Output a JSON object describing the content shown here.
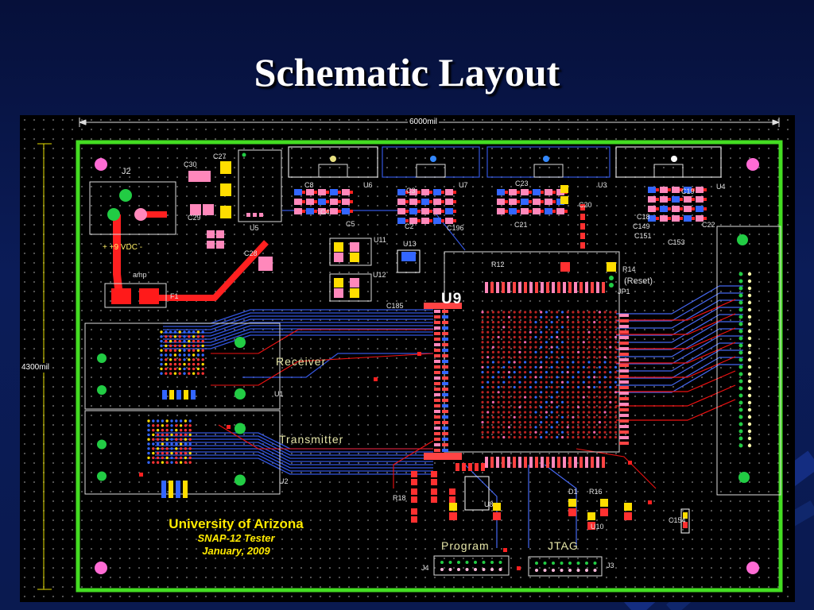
{
  "slide": {
    "title": "Schematic Layout"
  },
  "board": {
    "dimensions": {
      "width_label": "6000mil",
      "height_label": "4300mil"
    },
    "sections": {
      "receiver": "Receiver",
      "transmitter": "Transmitter",
      "program": "Program",
      "jtag": "JTAG"
    },
    "components": {
      "J2": "J2",
      "C30": "C30",
      "C27": "C27",
      "C29": "C29",
      "U5": "U5",
      "vdc": "+ +9 VDC -",
      "amp": "amp",
      "F1": "F1",
      "C28": "C28",
      "C8": "C8",
      "U6": "U6",
      "C4": "C4",
      "C5": "C5",
      "C3": "C3",
      "U7": "U7",
      "C2": "C2",
      "C196": "C196",
      "C23": "C23",
      "U3": "U3",
      "C20": "C20",
      "C21": "C21",
      "C19": "C19",
      "U4": "U4",
      "C18": "C18",
      "C149": "C149",
      "C151": "C151",
      "C22": "C22",
      "C153": "C153",
      "U11": "U11",
      "U13": "U13",
      "U12": "U12",
      "U9": "U9",
      "R14": "R14",
      "reset": "(Reset)",
      "JP1": "JP1",
      "U2": "U2",
      "U1": "U1",
      "U8": "U8",
      "J4": "J4",
      "J3": "J3",
      "D1": "D1",
      "R16": "R16",
      "U10": "U10",
      "C154": "C154",
      "R18": "R18",
      "R12": "R12",
      "C185": "C185"
    },
    "credit": {
      "line1": "University of Arizona",
      "line2": "SNAP-12 Tester",
      "line3": "January, 2009"
    }
  },
  "colors": {
    "board_outline": "#44dd22",
    "top_copper": "#ee1111",
    "bottom_copper": "#3355dd",
    "pad_pink": "#ff88bb",
    "pad_yellow": "#dddd00",
    "mount_hole": "#ff6bd4",
    "silkscreen": "#ffffff"
  }
}
